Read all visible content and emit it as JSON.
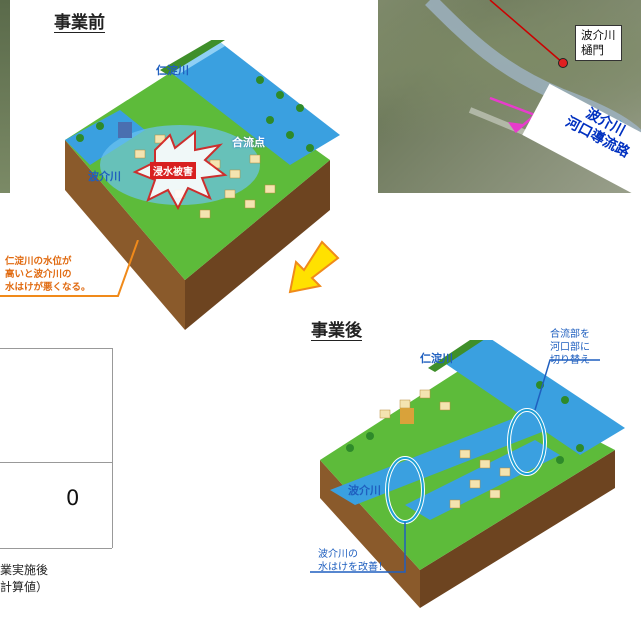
{
  "before": {
    "title": "事業前",
    "label_nidogawa": "仁淀川",
    "label_confluence": "合流点",
    "label_hakegawa": "波介川",
    "label_flood": "浸水被害",
    "note": [
      "仁淀川の水位が",
      "高いと波介川の",
      "水はけが悪くなる。"
    ]
  },
  "after": {
    "title": "事業後",
    "label_nidogawa": "仁淀川",
    "label_hakegawa": "波介川",
    "note_switch": [
      "合流部を",
      "河口部に",
      "切り替え"
    ],
    "note_improve": [
      "波介川の",
      "水はけを改善！"
    ]
  },
  "map": {
    "gate_label": [
      "波介川",
      "樋門"
    ],
    "channel_label": [
      "波介川",
      "河口導流路"
    ]
  },
  "table": {
    "value": "0",
    "caption": [
      "業実施後",
      "計算値）"
    ]
  },
  "colors": {
    "river": "#3aa0e0",
    "grass": "#5dbb3a",
    "soil": "#8a5a2b",
    "arrow_yellow": "#ffe100",
    "arrow_orange": "#f08a1a",
    "pink": "#e83ccc",
    "red_line": "#cc0000"
  }
}
